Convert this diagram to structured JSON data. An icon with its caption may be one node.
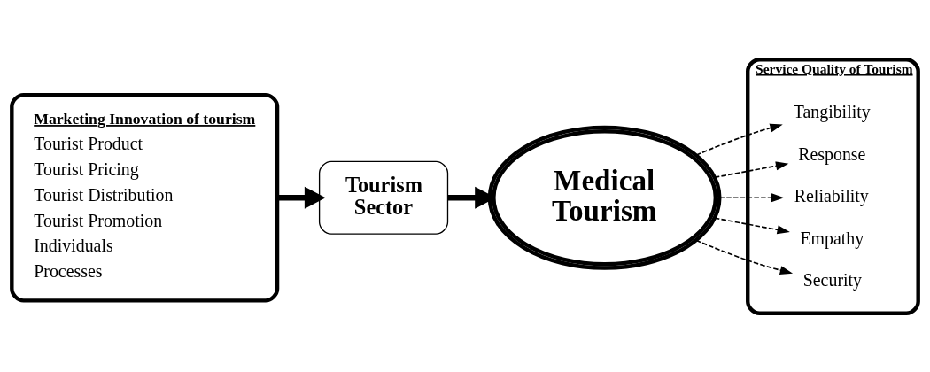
{
  "diagram": {
    "nodes": [
      {
        "text": [
          "Marketing Innovation of tourism",
          "Tourist Product",
          "Tourist Pricing",
          "Tourist Distribution",
          "Tourist Promotion",
          "Individuals",
          "Processes"
        ]
      },
      {
        "text": [
          "Tourism Sector"
        ]
      },
      {
        "text": [
          "Medical Tourism"
        ]
      },
      {
        "text": [
          "Service Quality of Tourism"
        ]
      },
      {
        "text": [
          "Tangibility"
        ],
        "in": 3
      },
      {
        "text": [
          "Response"
        ],
        "in": 3
      },
      {
        "text": [
          "Reliability"
        ],
        "in": 3
      },
      {
        "text": [
          "Empathy"
        ],
        "in": 3
      },
      {
        "text": [
          "Security"
        ],
        "in": 3
      }
    ],
    "edges": [
      {
        "from": 0,
        "to": 1,
        "arrow": "to",
        "style": "thick"
      },
      {
        "from": 1,
        "to": 2,
        "arrow": "to",
        "style": "thick"
      },
      {
        "from": 2,
        "to": 4,
        "arrow": "to",
        "style": "dashed"
      },
      {
        "from": 2,
        "to": 5,
        "arrow": "to",
        "style": "dashed"
      },
      {
        "from": 2,
        "to": 6,
        "arrow": "to",
        "style": "dashed"
      },
      {
        "from": 2,
        "to": 7,
        "arrow": "to",
        "style": "dashed"
      },
      {
        "from": 2,
        "to": 8,
        "arrow": "to",
        "style": "dashed"
      }
    ]
  }
}
